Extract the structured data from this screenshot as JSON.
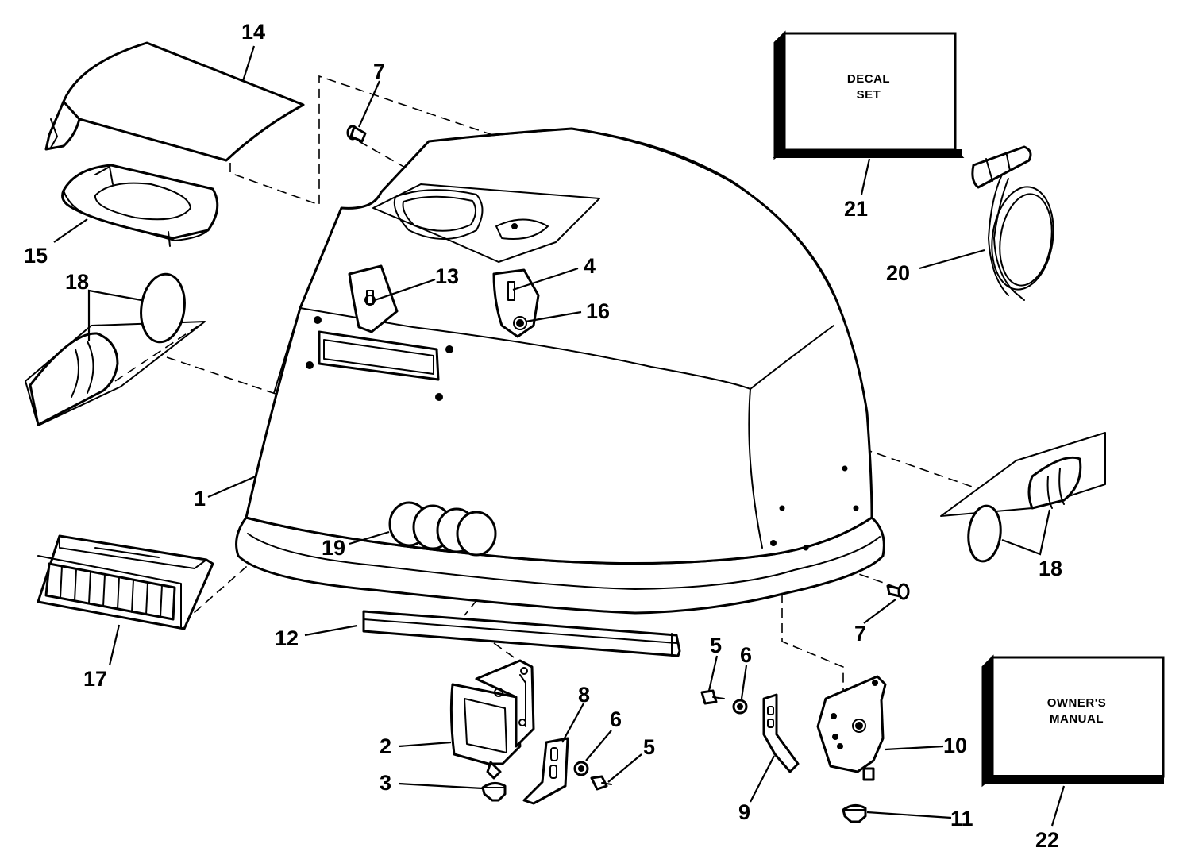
{
  "callouts": [
    {
      "id": "c14a",
      "text": "14"
    },
    {
      "id": "c7a",
      "text": "7"
    },
    {
      "id": "c15",
      "text": "15"
    },
    {
      "id": "c18a",
      "text": "18"
    },
    {
      "id": "c13",
      "text": "13"
    },
    {
      "id": "c4",
      "text": "4"
    },
    {
      "id": "c16",
      "text": "16"
    },
    {
      "id": "c1",
      "text": "1"
    },
    {
      "id": "c19",
      "text": "19"
    },
    {
      "id": "c17",
      "text": "17"
    },
    {
      "id": "c12",
      "text": "12"
    },
    {
      "id": "c2",
      "text": "2"
    },
    {
      "id": "c3",
      "text": "3"
    },
    {
      "id": "c8",
      "text": "8"
    },
    {
      "id": "c6a",
      "text": "6"
    },
    {
      "id": "c5a",
      "text": "5"
    },
    {
      "id": "c5b",
      "text": "5"
    },
    {
      "id": "c6b",
      "text": "6"
    },
    {
      "id": "c9",
      "text": "9"
    },
    {
      "id": "c10",
      "text": "10"
    },
    {
      "id": "c11",
      "text": "11"
    },
    {
      "id": "c7b",
      "text": "7"
    },
    {
      "id": "c18b",
      "text": "18"
    },
    {
      "id": "c21",
      "text": "21"
    },
    {
      "id": "c20",
      "text": "20"
    },
    {
      "id": "c22",
      "text": "22"
    }
  ],
  "decal_box": {
    "line1": "DECAL",
    "line2": "SET"
  },
  "manual_box": {
    "line1": "OWNER'S",
    "line2": "MANUAL"
  }
}
